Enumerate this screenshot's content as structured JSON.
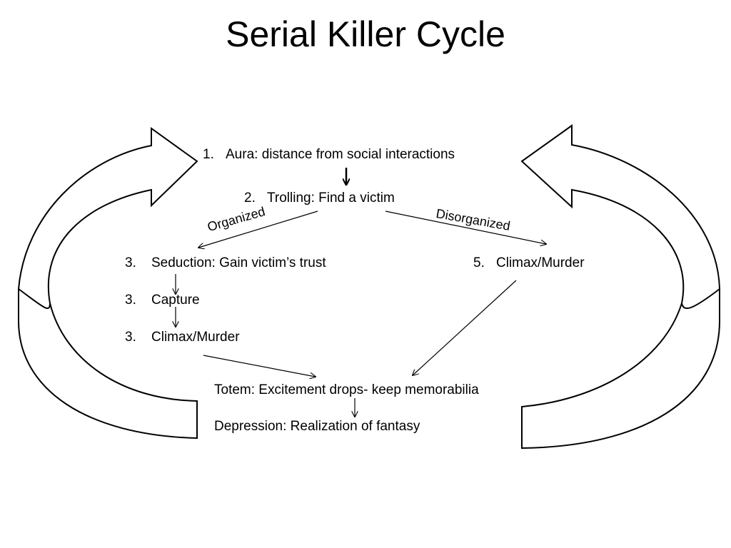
{
  "title": "Serial Killer Cycle",
  "steps": {
    "aura": {
      "number": "1.",
      "text": "Aura: distance from social interactions"
    },
    "trolling": {
      "number": "2.",
      "text": "Trolling: Find a victim"
    },
    "seduction": {
      "number": "3.",
      "text": "Seduction: Gain victim’s trust"
    },
    "capture": {
      "number": "3.",
      "text": "Capture"
    },
    "climax_organized": {
      "number": "3.",
      "text": "Climax/Murder"
    },
    "climax_disorganized": {
      "number": "5.",
      "text": "Climax/Murder"
    },
    "totem": {
      "text": "Totem: Excitement drops- keep memorabilia"
    },
    "depression": {
      "text": "Depression: Realization of fantasy"
    }
  },
  "branches": {
    "organized": "Organized",
    "disorganized": "Disorganized"
  },
  "colors": {
    "stroke": "#000000",
    "fill": "#ffffff",
    "text": "#000000"
  }
}
